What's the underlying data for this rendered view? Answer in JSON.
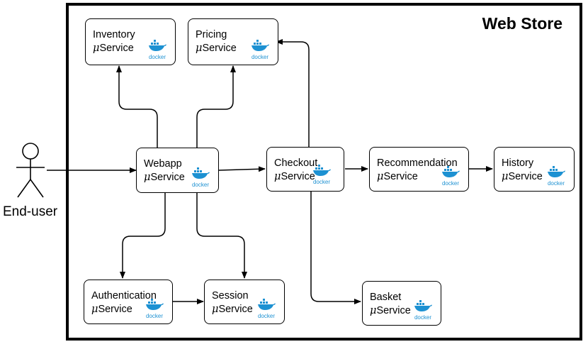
{
  "title": "Web Store",
  "actor": {
    "label": "End-user"
  },
  "services": {
    "inventory": {
      "name": "Inventory",
      "sub": "Service"
    },
    "pricing": {
      "name": "Pricing",
      "sub": "Service"
    },
    "webapp": {
      "name": "Webapp",
      "sub": "Service"
    },
    "checkout": {
      "name": "Checkout",
      "sub": "Service"
    },
    "recommendation": {
      "name": "Recommendation",
      "sub": "Service"
    },
    "history": {
      "name": "History",
      "sub": "Service"
    },
    "authentication": {
      "name": "Authentication",
      "sub": "Service"
    },
    "session": {
      "name": "Session",
      "sub": "Service"
    },
    "basket": {
      "name": "Basket",
      "sub": "Service"
    }
  },
  "mu": "μ",
  "docker_label": "docker",
  "colors": {
    "docker": "#1d91d2",
    "line": "#000000"
  }
}
